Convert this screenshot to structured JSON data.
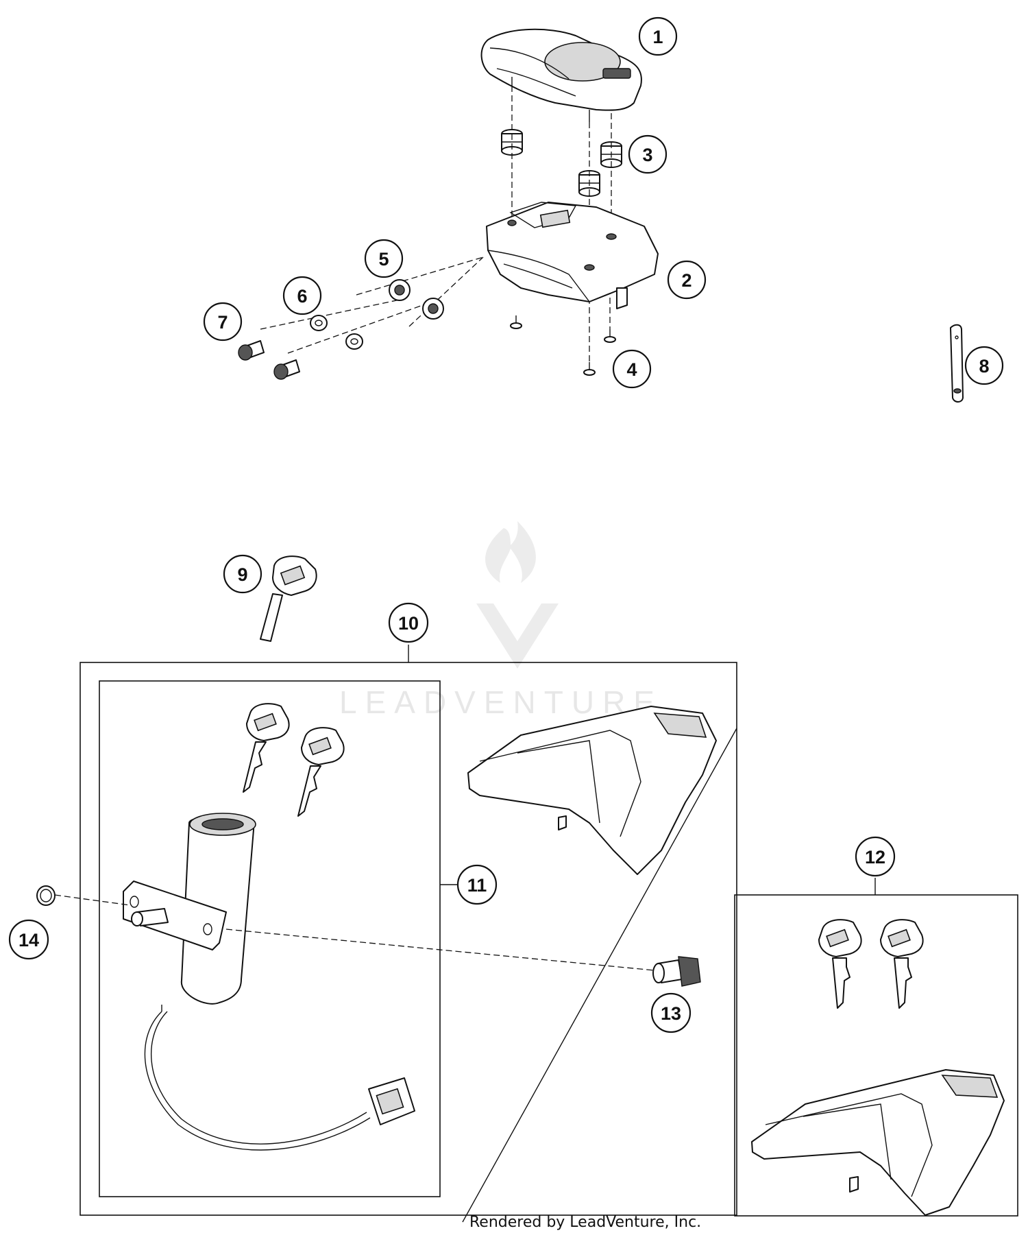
{
  "callouts": [
    "1",
    "2",
    "3",
    "4",
    "5",
    "6",
    "7",
    "8",
    "9",
    "10",
    "11",
    "12",
    "13",
    "14"
  ],
  "watermark": {
    "text": "LEADVENTURE"
  },
  "footer": {
    "text": "Rendered by LeadVenture, Inc."
  },
  "colors": {
    "line": "#111111",
    "watermark": "#e7e7e7",
    "background": "#ffffff"
  }
}
